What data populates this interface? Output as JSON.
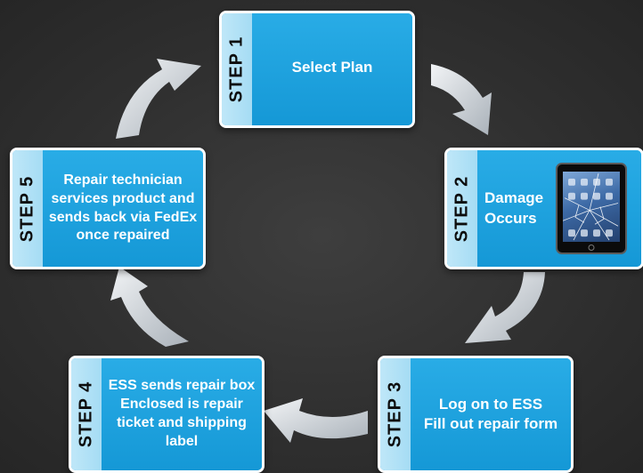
{
  "steps": [
    {
      "tab": "STEP 1",
      "text": "Select Plan"
    },
    {
      "tab": "STEP 2",
      "text": "Damage\nOccurs",
      "icon": "cracked-tablet-icon"
    },
    {
      "tab": "STEP 3",
      "text": "Log on to ESS\nFill out repair form"
    },
    {
      "tab": "STEP 4",
      "text": "ESS sends repair box\nEnclosed is repair\nticket and shipping\nlabel"
    },
    {
      "tab": "STEP 5",
      "text": "Repair technician\nservices product and\nsends back via FedEx\nonce repaired"
    }
  ],
  "colors": {
    "background": "#333333",
    "box_fill": "#1aa1dd",
    "tab_fill": "#b4e1f6",
    "box_border": "#ffffff",
    "arrow": "#d9dee3"
  },
  "arrow_icon": "curved-arrow-icon"
}
